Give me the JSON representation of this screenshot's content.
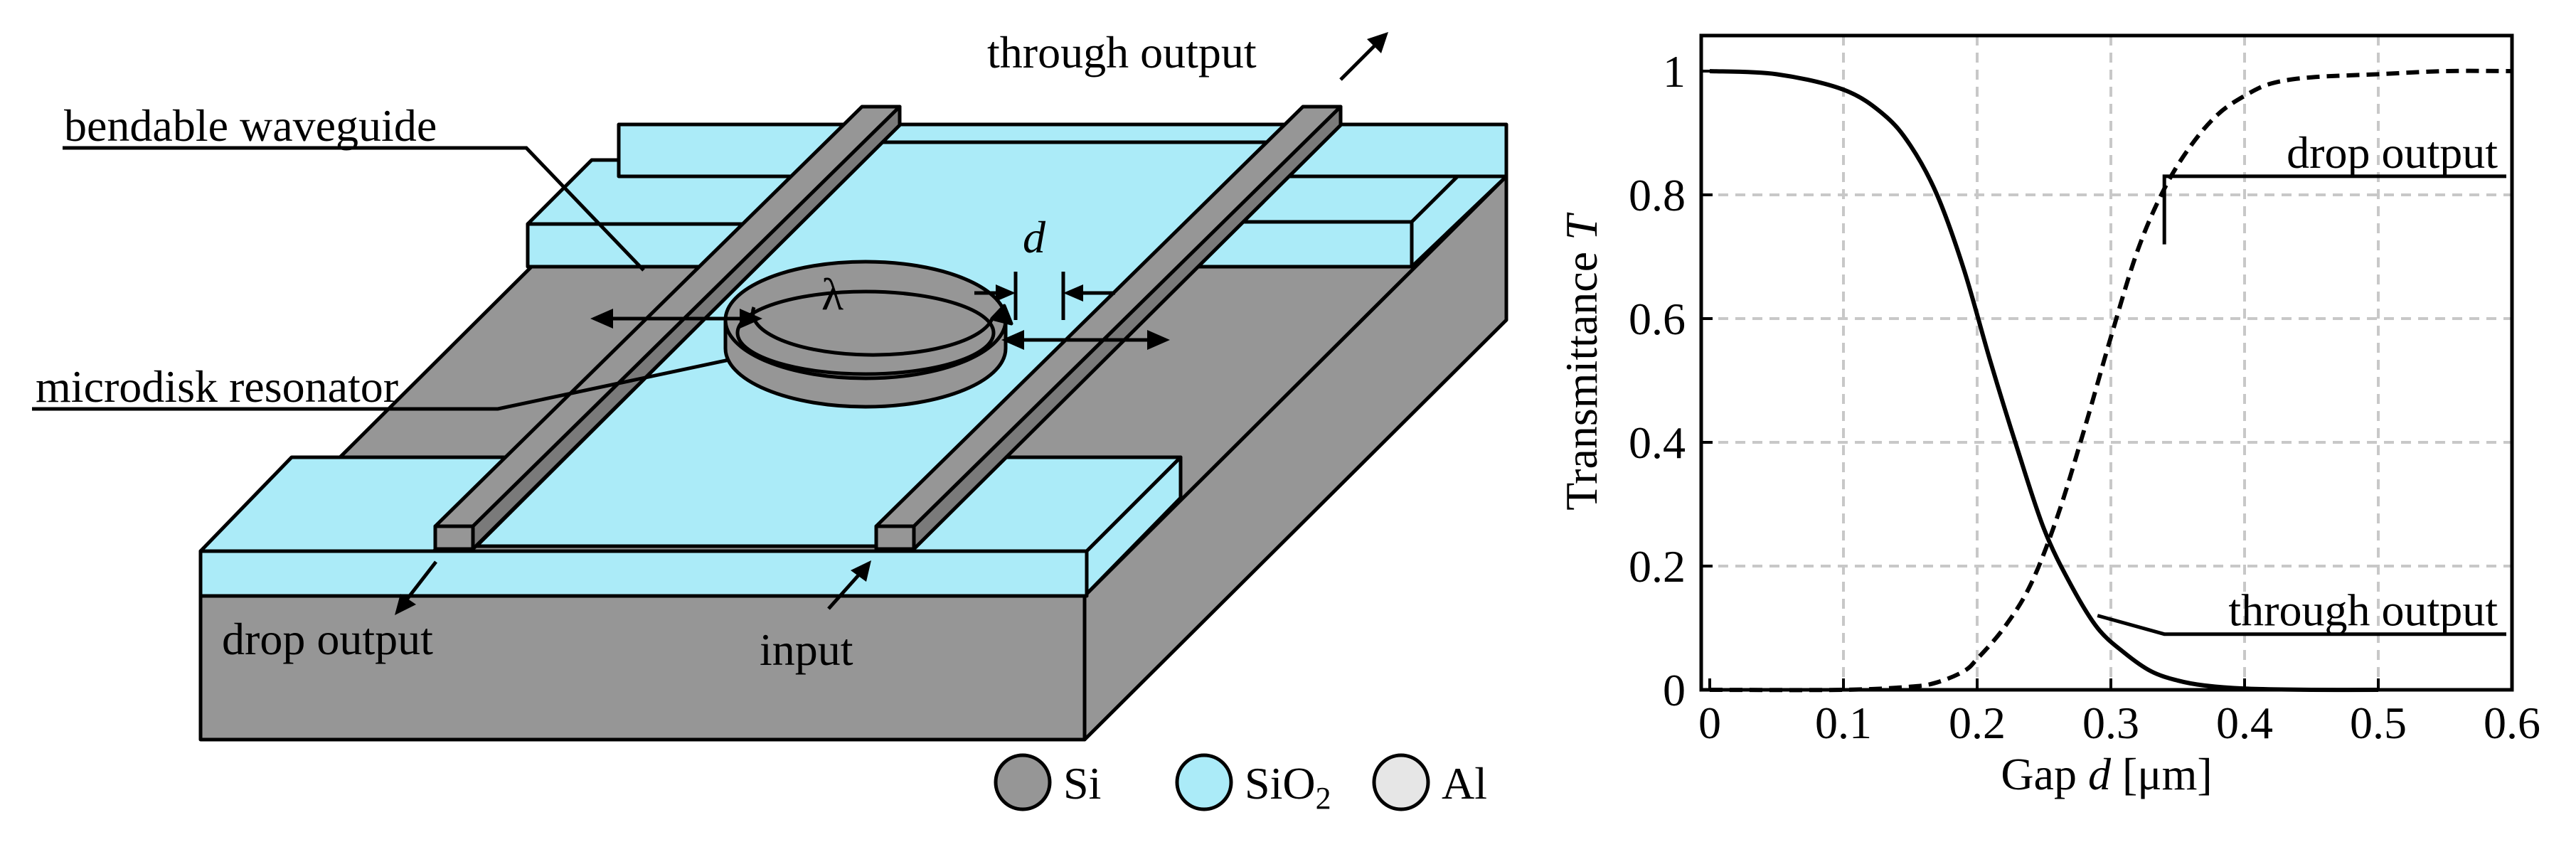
{
  "device": {
    "labels": {
      "bendable_waveguide": "bendable waveguide",
      "microdisk_resonator": "microdisk resonator",
      "through_output": "through output",
      "drop_output": "drop output",
      "input": "input",
      "gap_symbol": "d",
      "wavelength_symbol": "λ"
    },
    "legend": [
      {
        "name": "si",
        "label": "Si",
        "color": "#969696"
      },
      {
        "name": "sio2",
        "label": "SiO",
        "sub": "2",
        "color": "#abebf8"
      },
      {
        "name": "al",
        "label": "Al",
        "color": "#e6e6e6"
      }
    ]
  },
  "chart_data": {
    "type": "line",
    "xlabel_prefix": "Gap ",
    "xlabel_var": "d",
    "xlabel_unit": " [μm]",
    "ylabel_prefix": "Transmittance ",
    "ylabel_var": "T",
    "xlim": [
      0,
      0.6
    ],
    "ylim": [
      0,
      1
    ],
    "xticks": [
      0,
      0.1,
      0.2,
      0.3,
      0.4,
      0.5,
      0.6
    ],
    "xtick_labels": [
      "0",
      "0.1",
      "0.2",
      "0.3",
      "0.4",
      "0.5",
      "0.6"
    ],
    "yticks": [
      0,
      0.2,
      0.4,
      0.6,
      0.8,
      1
    ],
    "ytick_labels": [
      "0",
      "0.2",
      "0.4",
      "0.6",
      "0.8",
      "1"
    ],
    "grid": true,
    "series": [
      {
        "name": "through output",
        "style": "solid",
        "x": [
          0,
          0.05,
          0.1,
          0.13,
          0.15,
          0.17,
          0.19,
          0.21,
          0.23,
          0.25,
          0.27,
          0.29,
          0.31,
          0.33,
          0.35,
          0.37,
          0.4,
          0.45,
          0.5
        ],
        "y": [
          1.0,
          0.995,
          0.97,
          0.93,
          0.88,
          0.8,
          0.68,
          0.53,
          0.39,
          0.26,
          0.17,
          0.1,
          0.06,
          0.03,
          0.015,
          0.007,
          0.002,
          0.0,
          0.0
        ]
      },
      {
        "name": "drop output",
        "style": "dashed",
        "x": [
          0,
          0.1,
          0.15,
          0.17,
          0.19,
          0.2,
          0.22,
          0.24,
          0.26,
          0.28,
          0.3,
          0.32,
          0.34,
          0.36,
          0.38,
          0.4,
          0.42,
          0.45,
          0.5,
          0.55,
          0.6
        ],
        "y": [
          0.0,
          0.0,
          0.005,
          0.012,
          0.03,
          0.05,
          0.1,
          0.17,
          0.28,
          0.42,
          0.57,
          0.71,
          0.81,
          0.88,
          0.93,
          0.96,
          0.98,
          0.99,
          0.995,
          1.0,
          1.0
        ]
      }
    ],
    "annotations": [
      {
        "text": "drop output",
        "x": 0.34,
        "y": 0.83,
        "point_x": 0.34,
        "point_y": 0.72
      },
      {
        "text": "through output",
        "x": 0.34,
        "y": 0.09,
        "point_x": 0.29,
        "point_y": 0.12
      }
    ]
  }
}
